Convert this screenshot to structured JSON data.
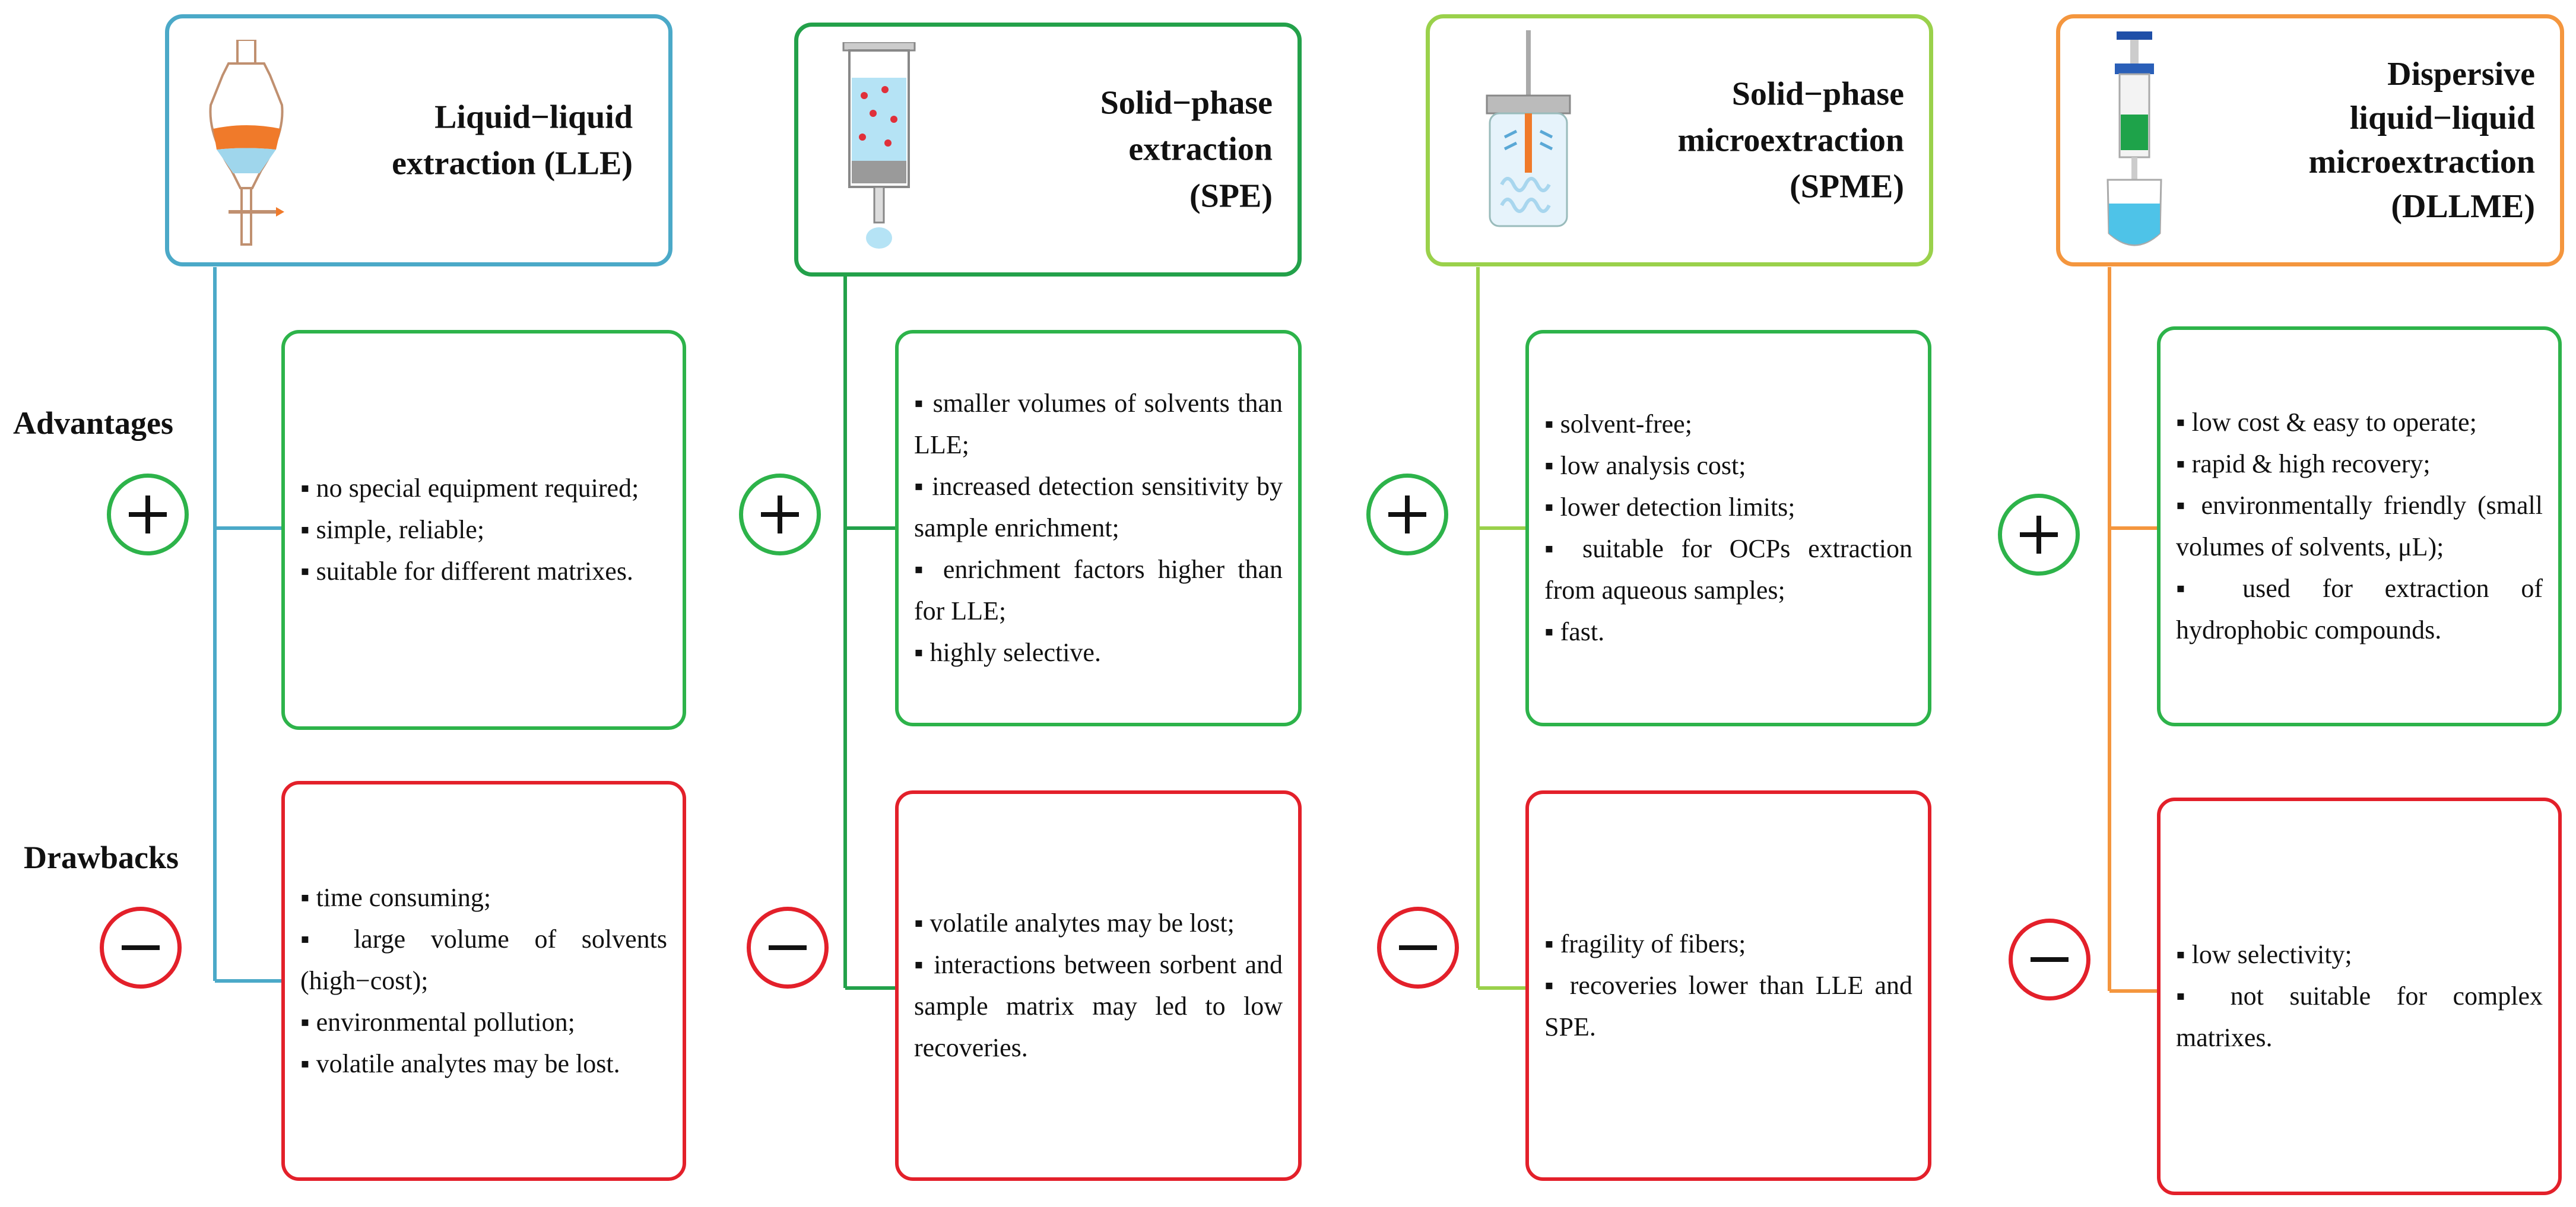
{
  "row_labels": {
    "advantages": "Advantages",
    "drawbacks": "Drawbacks"
  },
  "colors": {
    "lle": "#4ba9c8",
    "spe": "#23a14a",
    "spme": "#9ad14b",
    "dllme": "#f4963e",
    "advantage_border": "#2db34a",
    "drawback_border": "#e3202a"
  },
  "methods": [
    {
      "id": "lle",
      "title_lines": [
        "Liquid−liquid",
        "extraction (LLE)"
      ],
      "icon": "separatory-funnel-icon",
      "advantages": [
        "▪ no special equipment required;",
        "▪ simple, reliable;",
        "▪ suitable for different matrixes."
      ],
      "drawbacks": [
        "▪ time consuming;",
        "▪ large volume of solvents (high−cost);",
        "▪ environmental pollution;",
        "▪ volatile analytes may be lost."
      ]
    },
    {
      "id": "spe",
      "title_lines": [
        "Solid−phase",
        "extraction",
        "(SPE)"
      ],
      "icon": "spe-cartridge-icon",
      "advantages": [
        "▪ smaller volumes of solvents than LLE;",
        "▪ increased detection sensitivity by sample enrichment;",
        "▪ enrichment factors higher than for LLE;",
        "▪ highly selective."
      ],
      "drawbacks": [
        "▪ volatile analytes may be lost;",
        "▪ interactions between sorbent and sample matrix may led to low recoveries."
      ]
    },
    {
      "id": "spme",
      "title_lines": [
        "Solid−phase",
        "microextraction",
        "(SPME)"
      ],
      "icon": "spme-vial-icon",
      "advantages": [
        "▪ solvent-free;",
        "▪ low analysis cost;",
        "▪ lower detection limits;",
        "▪ suitable for OCPs extraction from aqueous samples;",
        "▪ fast."
      ],
      "drawbacks": [
        "▪ fragility of fibers;",
        "▪ recoveries lower than LLE and SPE."
      ]
    },
    {
      "id": "dllme",
      "title_lines": [
        "Dispersive",
        "liquid−liquid",
        "microextraction",
        "(DLLME)"
      ],
      "icon": "syringe-tube-icon",
      "advantages": [
        "▪ low cost & easy to operate;",
        "▪ rapid & high recovery;",
        "▪ environmentally friendly (small volumes of solvents, μL);",
        "▪ used for extraction of hydrophobic compounds."
      ],
      "drawbacks": [
        "▪ low selectivity;",
        "▪ not suitable for complex matrixes."
      ]
    }
  ]
}
